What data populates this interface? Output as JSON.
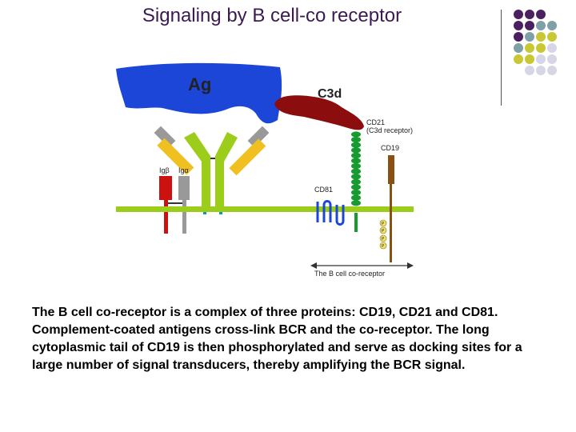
{
  "title": "Signaling by B cell-co receptor",
  "body_text": "The B cell co-receptor is a complex of three proteins: CD19, CD21 and CD81. Complement-coated antigens cross-link BCR and the co-receptor. The long cytoplasmic tail of CD19 is then phosphorylated and serve as docking sites for a large number of signal transducers, thereby amplifying the BCR signal.",
  "figure": {
    "antigen_label": "Ag",
    "c3d_label": "C3d",
    "cd21_label_line1": "CD21",
    "cd21_label_line2": "(C3d receptor)",
    "cd19_label": "CD19",
    "cd81_label": "CD81",
    "igb_label": "Igβ",
    "iga_label": "Igα",
    "p_label_1": "P",
    "p_label_2": "P",
    "p_label_3": "P",
    "p_label_4": "P",
    "coreceptor_label": "The B cell co-receptor"
  },
  "colors": {
    "purple": "#4a2060",
    "teal": "#7fa0a6",
    "olive": "#c8c834",
    "lavender": "#d6d6e6",
    "antigen": "#1b46d8",
    "c3d": "#8b0d0d",
    "membrane": "#9ccd1a",
    "cd21": "#179a2f",
    "cd19": "#8a4f12"
  }
}
